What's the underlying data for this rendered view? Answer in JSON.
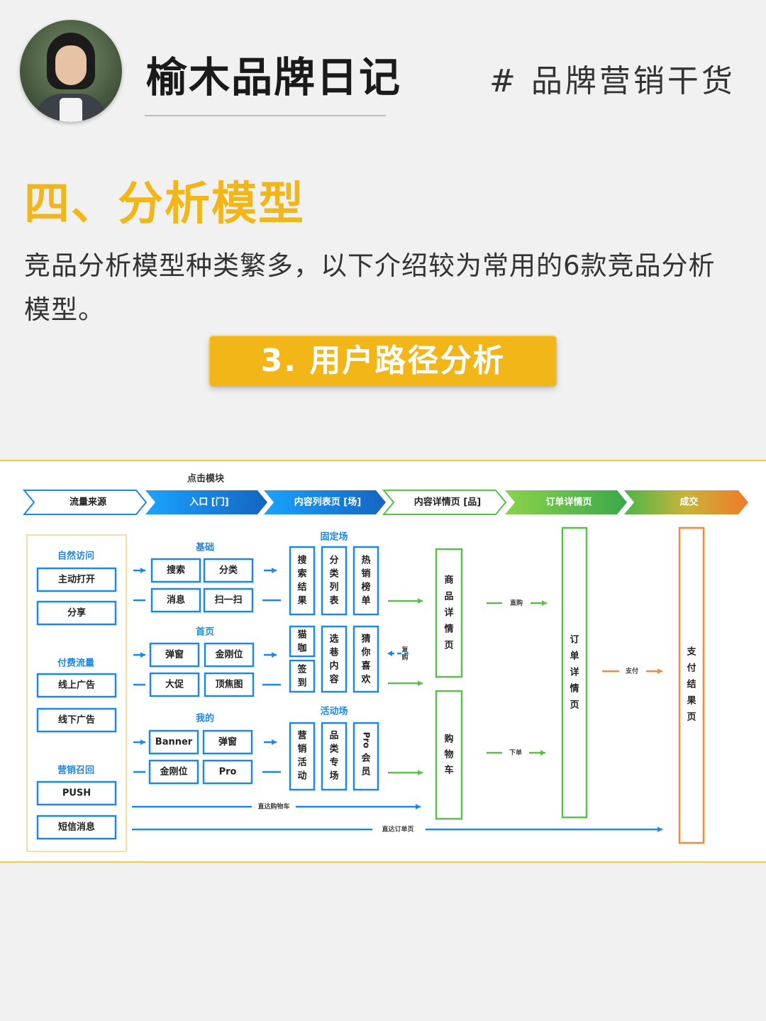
{
  "header": {
    "blog_title": "榆木品牌日记",
    "tag": "# 品牌营销干货"
  },
  "section": {
    "heading": "四、分析模型",
    "intro": "竞品分析模型种类繁多，以下介绍较为常用的6款竞品分析模型。",
    "banner": "3. 用户路径分析"
  },
  "diagram": {
    "top_label": "点击模块",
    "stages": [
      {
        "label": "流量来源",
        "style": "outline-blue"
      },
      {
        "label": "入口 [门]",
        "style": "fill-blue"
      },
      {
        "label": "内容列表页 [场]",
        "style": "fill-blue"
      },
      {
        "label": "内容详情页 [品]",
        "style": "outline-green"
      },
      {
        "label": "订单详情页",
        "style": "fill-green"
      },
      {
        "label": "成交",
        "style": "fill-green-orange"
      }
    ],
    "sources": {
      "groups": [
        {
          "title": "自然访问",
          "items": [
            "主动打开",
            "分享"
          ]
        },
        {
          "title": "付费流量",
          "items": [
            "线上广告",
            "线下广告"
          ]
        },
        {
          "title": "营销召回",
          "items": [
            "PUSH",
            "短信消息"
          ]
        }
      ]
    },
    "entries": [
      {
        "title": "基础",
        "items": [
          "搜索",
          "分类",
          "消息",
          "扫一扫"
        ]
      },
      {
        "title": "首页",
        "items": [
          "弹窗",
          "金刚位",
          "大促",
          "顶焦图"
        ]
      },
      {
        "title": "我的",
        "items": [
          "Banner",
          "弹窗",
          "金刚位",
          "Pro"
        ]
      }
    ],
    "fixed_venue": {
      "title": "固定场",
      "columns": [
        "搜索结果",
        "分类列表",
        "热销榜单"
      ],
      "row2": [
        "猫咖",
        "签到",
        "选巷内容",
        "猜你喜欢"
      ]
    },
    "activity_venue": {
      "title": "活动场",
      "columns": [
        "营销活动",
        "品类专场",
        "Pro会员"
      ]
    },
    "details": {
      "product": "商品详情页",
      "cart": "购物车",
      "repurchase": "复购"
    },
    "order": "订单详情页",
    "result": "支付结果页",
    "flow_labels": {
      "direct_buy": "直购",
      "place_order": "下单",
      "pay": "支付",
      "to_cart": "直达购物车",
      "to_order": "直达订单页"
    },
    "colors": {
      "blue": "#1e88e5",
      "green": "#5cbf4a",
      "orange": "#f08a3c",
      "yellow": "#f2b619"
    }
  }
}
